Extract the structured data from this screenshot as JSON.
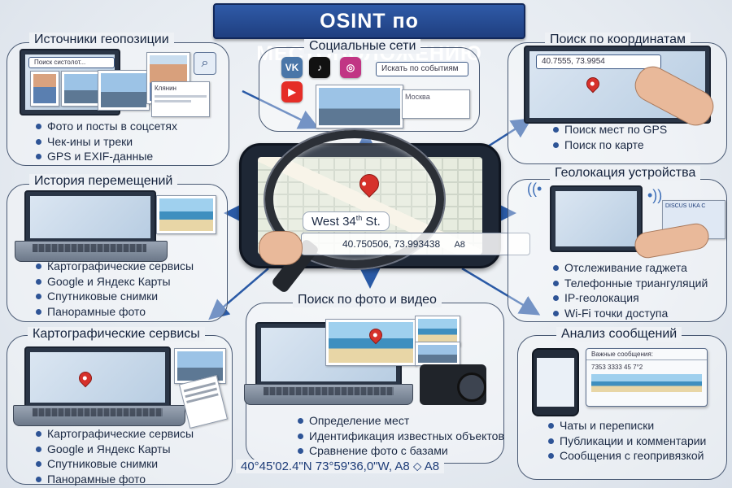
{
  "title": "OSINT по МЕСТОПОЛОЖЕНИЮ",
  "sections": {
    "sources": {
      "title": "Источники геопозиции",
      "items": [
        "Фото и посты в соцсетях",
        "Чек-ины и треки",
        "GPS и EXIF-данные"
      ],
      "search_text": "Поиск систолот...",
      "card_text": "Клянин"
    },
    "social": {
      "title": "Социальные сети",
      "icons": [
        "vk-icon",
        "tiktok-icon",
        "instagram-icon",
        "youtube-icon"
      ],
      "icon_labels": [
        "VK",
        "♪",
        "◎",
        "▶"
      ],
      "search_text": "Искать по событиям",
      "photo_caption": "Москва"
    },
    "coords": {
      "title": "Поиск по координатам",
      "items": [
        "Поиск мест по GPS",
        "Поиск по карте"
      ],
      "search_value": "40.7555, 73.9954"
    },
    "history": {
      "title": "История перемещений",
      "items": [
        "Картографические сервисы",
        "Google и Яндекс Карты",
        "Спутниковые снимки",
        "Панорамные фото"
      ]
    },
    "device": {
      "title": "Геолокация устройства",
      "items": [
        "Отслеживание гаджета",
        "Телефонные триангуляций",
        "IP-геолокация",
        "Wi-Fi точки доступа"
      ],
      "card_text": "DISCUS UKA C"
    },
    "center": {
      "street_label": "West 34",
      "street_suffix": "th",
      "street_end": " St.",
      "coordinates": "40.750506, 73.993438",
      "badge": "A8"
    },
    "maps": {
      "title": "Картографические сервисы",
      "items": [
        "Картографические сервисы",
        "Google и Яндекс Карты",
        "Спутниковые снимки",
        "Панорамные фото"
      ]
    },
    "photo_video": {
      "title": "Поиск по фото и видео",
      "items": [
        "Определение мест",
        "Идентификация известных объектов",
        "Сравнение фото с базами"
      ]
    },
    "messages": {
      "title": "Анализ сообщений",
      "items": [
        "Чаты и переписки",
        "Публикации и комментарии",
        "Сообщения с геопривязкой"
      ],
      "window_title": "Важные сообщения:",
      "window_value": "7353 3333 45 7°2"
    }
  },
  "footer": "40°45'02.4\"N 73°59'36,0\"W, A8 ⬦ A8",
  "colors": {
    "banner": "#2f5aa8",
    "accent": "#2e5496",
    "pin": "#d6312b",
    "vk": "#4a76a8",
    "tiktok": "#111111",
    "instagram": "#c13584",
    "youtube": "#e52d27"
  }
}
